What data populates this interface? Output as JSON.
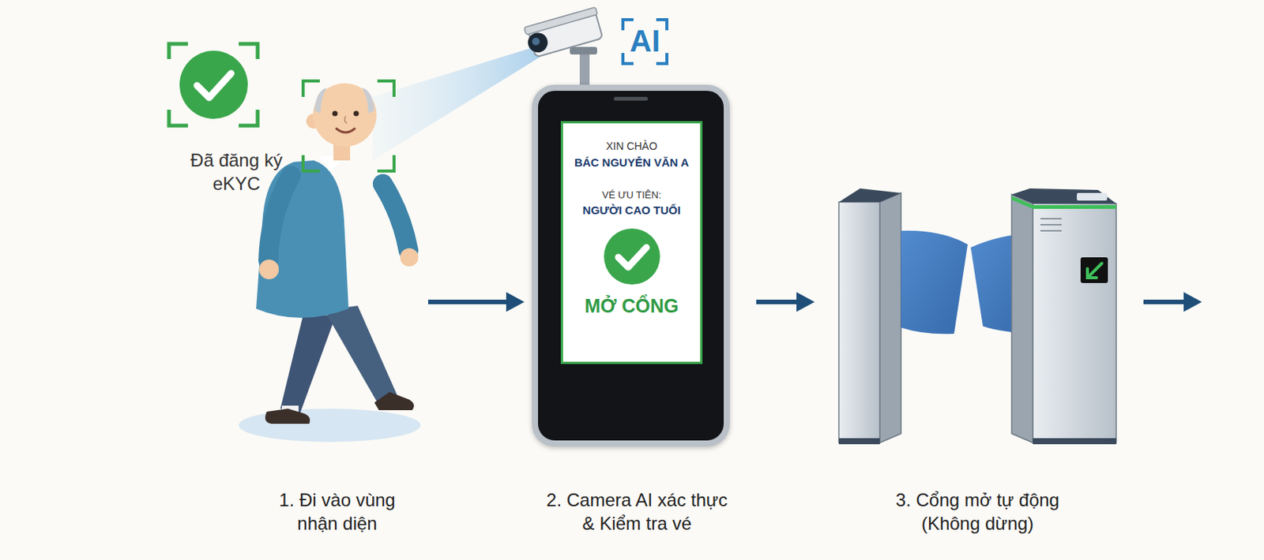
{
  "diagram": {
    "nodes": [
      {
        "text": [
          "1. Đi vào vùng nhận diện"
        ]
      },
      {
        "text": [
          "XIN CHÀO",
          "BÁC NGUYỄN VĂN A",
          "VÉ ƯU TIÊN:",
          "NGƯỜI CAO TUỔI",
          "MỞ CỔNG",
          "2. Camera AI xác thực & Kiểm tra vé"
        ]
      },
      {
        "text": [
          "3. Cổng mở tự động (Không dừng)"
        ]
      }
    ],
    "edges": [
      {
        "from": 0,
        "to": 1,
        "arrow": "to"
      },
      {
        "from": 1,
        "to": 2,
        "arrow": "to"
      }
    ],
    "labels": [
      "Đã đăng ký eKYC",
      "AI"
    ]
  }
}
